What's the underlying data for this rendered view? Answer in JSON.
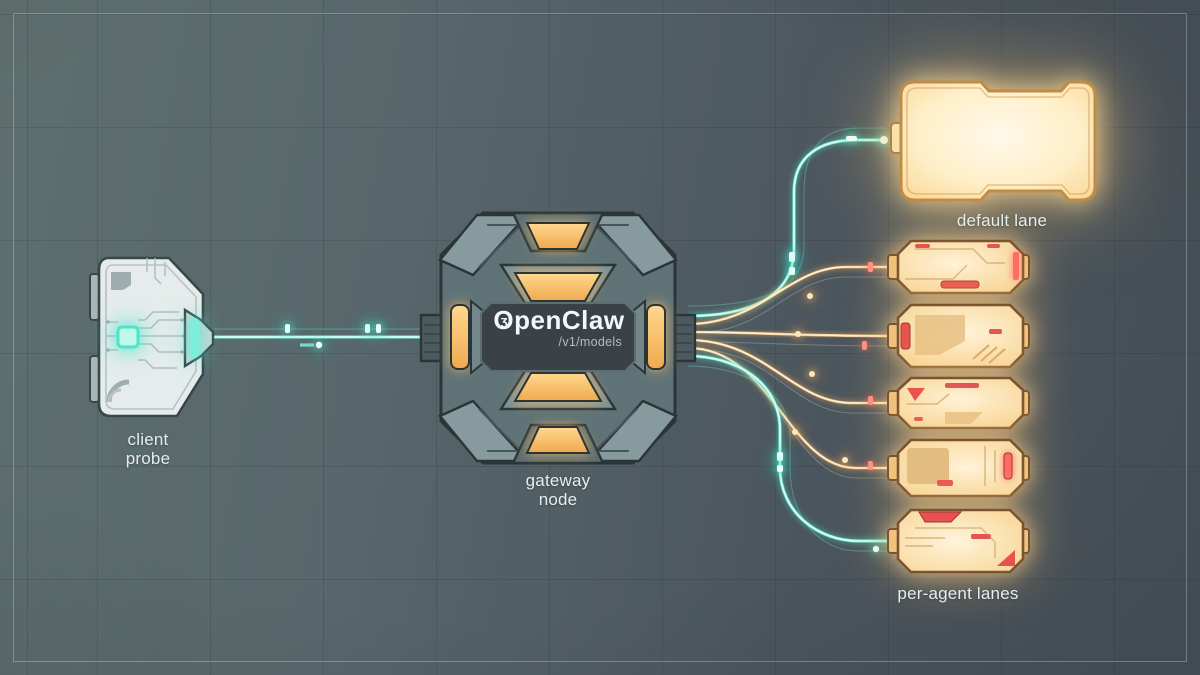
{
  "gateway": {
    "title": "OpenClaw",
    "endpoint": "/v1/models",
    "caption_line1": "gateway",
    "caption_line2": "node"
  },
  "client": {
    "caption_line1": "client",
    "caption_line2": "probe"
  },
  "default_lane": {
    "caption": "default lane"
  },
  "agent_lanes": {
    "caption": "per-agent lanes",
    "count": 5
  },
  "icons": {
    "chip_core": "teal-square-chip",
    "probe_connector": "teal-connector-bar",
    "gateway_windows": "orange-trapezoid-vents",
    "lane_accents": "red-status-bars"
  },
  "colors": {
    "background_left": "#5e6f6e",
    "background_right": "#4a535b",
    "grid_line": "rgba(28,36,40,0.16)",
    "teal_glow": "#7feede",
    "orange_glow": "#f0a85c",
    "lane_fill": "#ffedc4",
    "lane_border": "#c08b45",
    "red_accent": "#e25555",
    "gateway_panel": "#3b4248",
    "gateway_body": "#6b7f83",
    "label_text": "#e6edee"
  }
}
